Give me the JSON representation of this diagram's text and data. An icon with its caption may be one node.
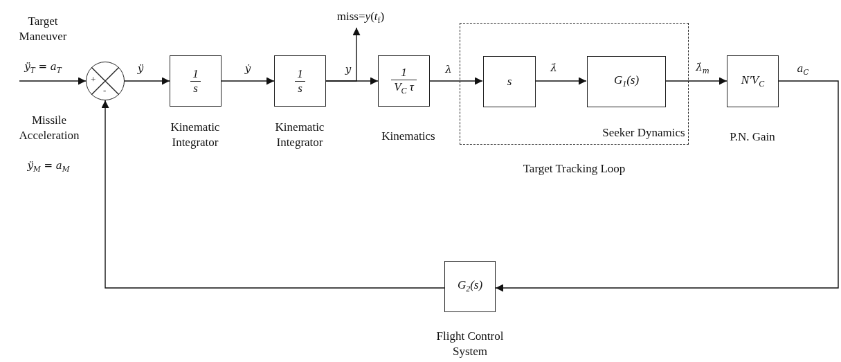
{
  "diagram": {
    "nodes": [
      {
        "text": [
          "+",
          "-"
        ]
      },
      {
        "text": [
          "1",
          "s"
        ],
        "beside": [
          "Kinematic Integrator"
        ]
      },
      {
        "text": [
          "1",
          "s"
        ],
        "beside": [
          "Kinematic Integrator"
        ]
      },
      {
        "text": [
          "1",
          "V$_{C}$ τ"
        ],
        "beside": [
          "Kinematics"
        ]
      },
      {
        "text": [
          "Target Tracking Loop"
        ]
      },
      {
        "text": [
          "s"
        ],
        "in": 4
      },
      {
        "text": [
          "G$_{1}$(s)"
        ],
        "in": 4,
        "beside": [
          "Seeker Dynamics"
        ]
      },
      {
        "text": [
          "N′V$_{C}$"
        ],
        "beside": [
          "P.N. Gain"
        ]
      },
      {
        "text": [
          "G$_{2}$(s)"
        ],
        "beside": [
          "Flight Control System"
        ]
      },
      {
        "text": [
          "miss=*y*(*t*$_{f}$)"
        ]
      }
    ],
    "edges": [
      {
        "from": null,
        "to": 0,
        "arrow": "to",
        "label": "ÿ$_{T}$ = a$_{T}$"
      },
      {
        "from": 0,
        "to": 1,
        "arrow": "to",
        "label": "ÿ"
      },
      {
        "from": 1,
        "to": 2,
        "arrow": "to",
        "label": "ẏ"
      },
      {
        "from": 2,
        "to": 3,
        "arrow": "to",
        "label": "y"
      },
      {
        "from": 2,
        "to": 9,
        "arrow": "to"
      },
      {
        "from": 3,
        "to": 5,
        "arrow": "to",
        "label": "λ"
      },
      {
        "from": 5,
        "to": 6,
        "arrow": "to",
        "label": "λ̇"
      },
      {
        "from": 6,
        "to": 7,
        "arrow": "to",
        "label": "λ̇$_{m}$"
      },
      {
        "from": 7,
        "to": 8,
        "arrow": "to",
        "label": "a$_{C}$"
      },
      {
        "from": 8,
        "to": 0,
        "arrow": "to",
        "label": "ÿ$_{M}$ = a$_{M}$"
      }
    ],
    "labels": [
      "Target Maneuver",
      "Missile Acceleration"
    ]
  }
}
